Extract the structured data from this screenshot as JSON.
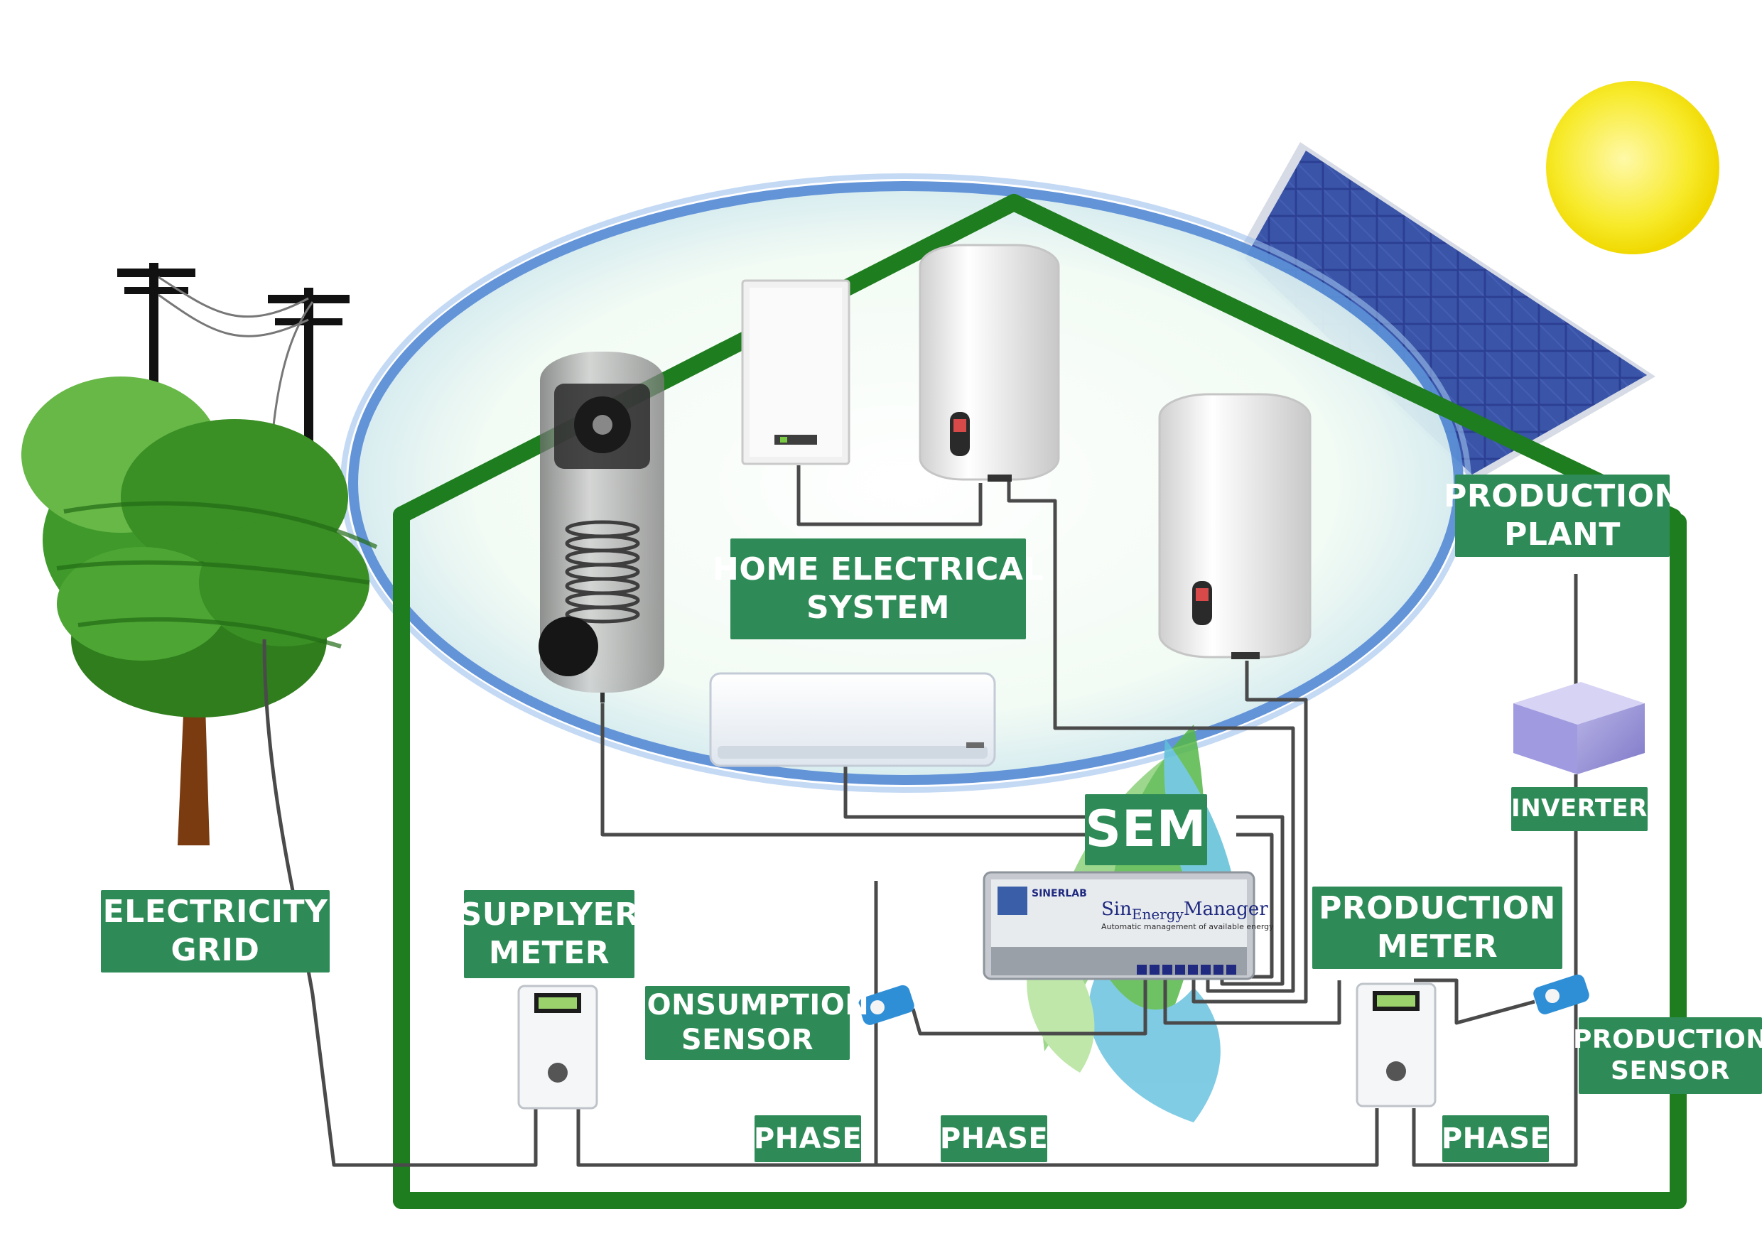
{
  "labels": {
    "home_system": [
      "HOME ELECTRICAL",
      "SYSTEM"
    ],
    "production_plant": [
      "PRODUCTION",
      "PLANT"
    ],
    "inverter": "INVERTER",
    "sem": "SEM",
    "electricity_grid": [
      "ELECTRICITY",
      "GRID"
    ],
    "supplier_meter": [
      "SUPPLYER",
      "METER"
    ],
    "consumption_sensor": [
      "CONSUMPTION",
      "SENSOR"
    ],
    "production_meter": [
      "PRODUCTION",
      "METER"
    ],
    "production_sensor": [
      "PRODUCTION",
      "SENSOR"
    ],
    "phase_1": "PHASE",
    "phase_2": "PHASE",
    "phase_3": "PHASE"
  },
  "device": {
    "brand": "SINERLAB",
    "name_prefix": "Sin",
    "name_energy": "Energy",
    "name_manager": "Manager",
    "tagline": "Automatic management of available energy"
  },
  "colors": {
    "house": "#1e7d1e",
    "label_bg": "#2e8b57",
    "wire": "#4a4a4a",
    "sun": "#f7ea2a",
    "ellipse": "#5b8fd6",
    "solar": "#2a3f8f"
  }
}
